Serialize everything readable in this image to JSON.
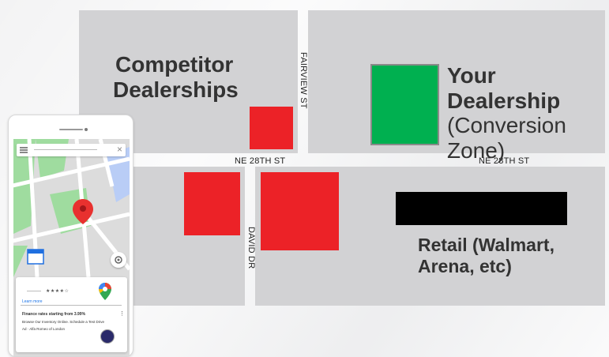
{
  "streets": {
    "fairview": "FAIRVIEW ST",
    "ne28_left": "NE 28TH ST",
    "ne28_right": "NE 28TH ST",
    "david": "DAVID DR"
  },
  "labels": {
    "competitor_line1": "Competitor",
    "competitor_line2": "Dealerships",
    "your_line1": "Your",
    "your_line2": "Dealership",
    "your_line3": "(Conversion",
    "your_line4": "Zone)",
    "retail_line1": "Retail (Walmart,",
    "retail_line2": "Arena, etc)"
  },
  "colors": {
    "competitor": "#ec2227",
    "your_dealership": "#00b050",
    "retail": "#000000",
    "block": "#d2d2d4"
  },
  "phone": {
    "stars": "★★★★☆",
    "learn_more": "Learn more",
    "headline": "Finance rates starting from 3.99%",
    "description": "Browse Our Inventory Online. Schedule a Test Drive",
    "ad_line": "Ad · Alfa Romeo of London",
    "icons": [
      "menu-icon",
      "close-icon",
      "map-pin-icon",
      "my-location-icon",
      "google-maps-icon",
      "more-vert-icon",
      "dealer-logo-icon"
    ]
  }
}
